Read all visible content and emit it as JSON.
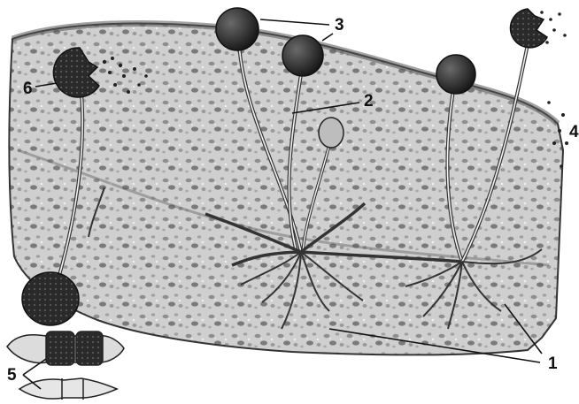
{
  "illustration": {
    "labels": {
      "rhizoids": "1",
      "stolon": "2",
      "sporangium": "3",
      "spores": "4",
      "zygospore_stages": "5",
      "bursting_sporangium": "6"
    }
  }
}
